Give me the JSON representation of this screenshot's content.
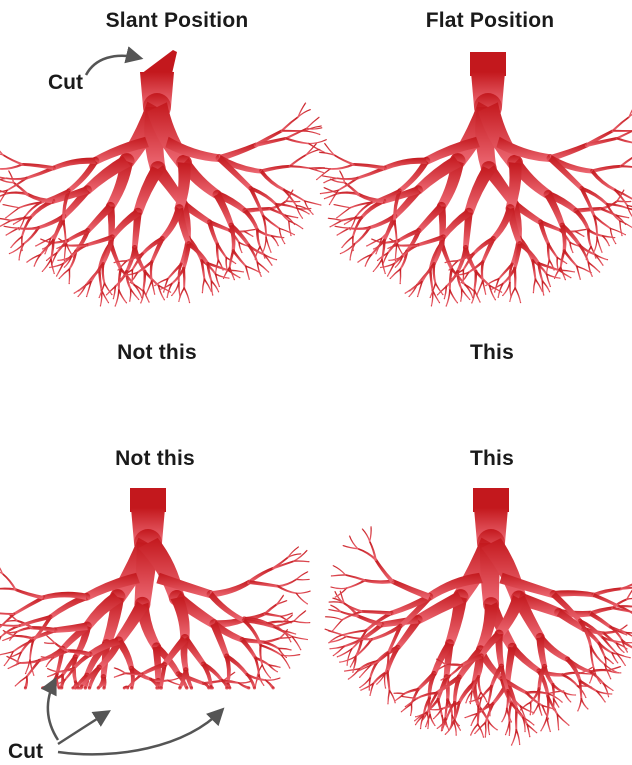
{
  "panels": [
    {
      "id": "top-left",
      "heading": "Slant Position",
      "caption": "Not this",
      "cut_label": "Cut"
    },
    {
      "id": "top-right",
      "heading": "Flat Position",
      "caption": "This"
    },
    {
      "id": "bottom-left",
      "heading": "Not this",
      "cut_label": "Cut"
    },
    {
      "id": "bottom-right",
      "heading": "This"
    }
  ],
  "colors": {
    "root_dark": "#c3181d",
    "root_light": "#ee6b76",
    "arrow": "#555555",
    "text": "#1a1a1a"
  }
}
